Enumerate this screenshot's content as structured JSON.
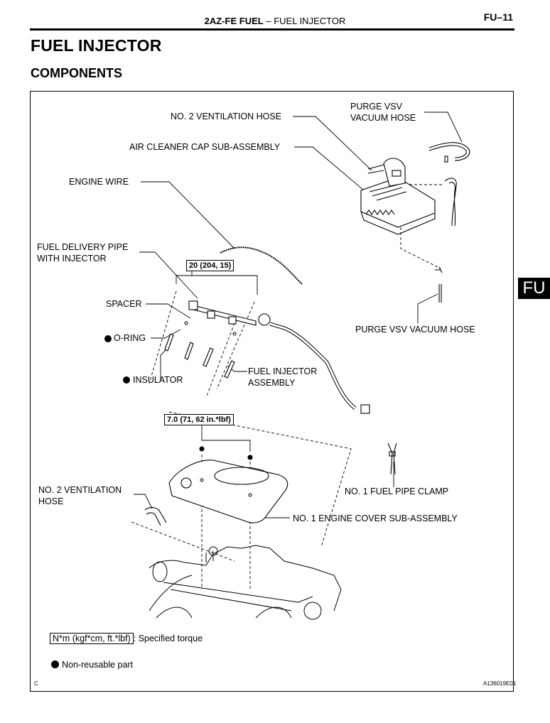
{
  "header": {
    "section_bold": "2AZ-FE FUEL",
    "separator": " – ",
    "section_title": "FUEL INJECTOR",
    "page_number": "FU–11"
  },
  "page_title": "FUEL INJECTOR",
  "section_heading": "COMPONENTS",
  "side_tab": "FU",
  "diagram": {
    "labels": {
      "no2_ventilation_hose_top": "NO. 2 VENTILATION HOSE",
      "air_cleaner_cap": "AIR CLEANER CAP SUB-ASSEMBLY",
      "engine_wire": "ENGINE WIRE",
      "purge_vsv_vacuum_hose_top_1": "PURGE VSV",
      "purge_vsv_vacuum_hose_top_2": "VACUUM HOSE",
      "fuel_delivery_pipe_1": "FUEL DELIVERY PIPE",
      "fuel_delivery_pipe_2": "WITH INJECTOR",
      "spacer": "SPACER",
      "o_ring": "O-RING",
      "insulator": "INSULATOR",
      "fuel_injector_assembly_1": "FUEL INJECTOR",
      "fuel_injector_assembly_2": "ASSEMBLY",
      "purge_vsv_vacuum_hose_right": "PURGE VSV VACUUM HOSE",
      "no1_fuel_pipe_clamp": "NO. 1 FUEL PIPE CLAMP",
      "no2_ventilation_hose_bottom_1": "NO. 2 VENTILATION",
      "no2_ventilation_hose_bottom_2": "HOSE",
      "no1_engine_cover": "NO. 1 ENGINE COVER SUB-ASSEMBLY"
    },
    "torques": {
      "delivery_pipe_bolt": "20 (204, 15)",
      "engine_cover_nut": "7.0 (71, 62 in.*lbf)"
    }
  },
  "legend": {
    "torque_box": "N*m (kgf*cm, ft.*lbf)",
    "torque_text": ": Specified torque",
    "non_reusable": "Non-reusable part"
  },
  "footer": {
    "corner_letter": "C",
    "figure_id": "A136019E01"
  }
}
